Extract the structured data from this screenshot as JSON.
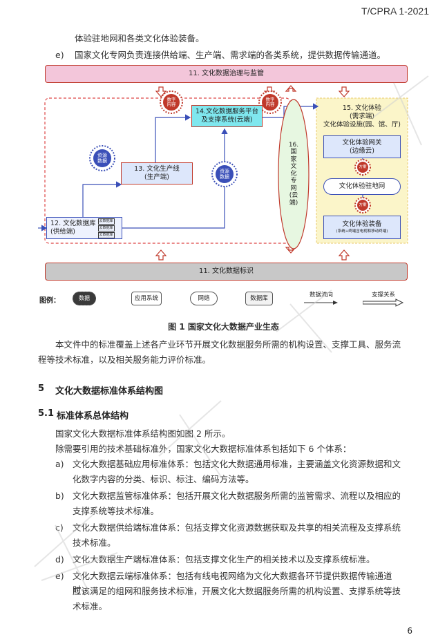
{
  "header": {
    "doc_code": "T/CPRA 1-2021"
  },
  "intro": {
    "line_cont": "体验驻地网和各类文化体验装备。",
    "item_e_marker": "e)",
    "item_e_text": "国家文化专网负责连接供给端、生产端、需求端的各类系统，提供数据传输通道。"
  },
  "figure": {
    "top_bar": "11. 文化数据治理与监管",
    "bottom_bar": "11. 文化数据标识",
    "node12": {
      "title": "12. 文化数据库",
      "sub": "(供给端)"
    },
    "node12_mini": [
      "云数据库",
      "云数据库",
      "云数据库"
    ],
    "node13": {
      "title": "13. 文化生产线",
      "sub": "(生产端)"
    },
    "node14": {
      "title": "14.文化数据服务平台",
      "sub": "及支撑系统(云端)"
    },
    "node16": [
      "16.",
      "国",
      "家",
      "文",
      "化",
      "专",
      "网",
      "(云",
      "端)"
    ],
    "node15": {
      "title": "15. 文化体验",
      "sub": "(需求端)",
      "facilities": "文化体验设施(园、馆、厅)"
    },
    "gateway": {
      "title": "文化体验网关",
      "sub": "(边缘云)"
    },
    "station": "文化体验驻地网",
    "equip": {
      "title": "文化体验装备",
      "sub": "(系统+终端含电视和移动终端)"
    },
    "badges": {
      "digital1": [
        "数字",
        "内容"
      ],
      "digital2": [
        "数字",
        "内容"
      ],
      "resource1": [
        "资源",
        "数据"
      ],
      "resource2": [
        "资源",
        "数据"
      ],
      "plan1": "方案",
      "plan2": "方案"
    },
    "legend": {
      "label": "图例：",
      "data": "数据",
      "app": "应用系统",
      "network": "网络",
      "database": "数据库",
      "flow": "数据流向",
      "support": "支撑关系"
    }
  },
  "caption": "图 1  国家文化大数据产业生态",
  "body_para": {
    "line1": "本文件中的标准覆盖上述各产业环节开展文化数据服务所需的机构设置、支撑工具、服务流",
    "line2": "程等技术标准，以及相关服务能力评价标准。"
  },
  "section5": {
    "num": "5",
    "title": "文化大数据标准体系结构图"
  },
  "section51": {
    "num": "5.1",
    "title": "标准体系总体结构"
  },
  "p1": "国家文化大数据标准体系结构图如图 2 所示。",
  "p2": "除需要引用的技术基础标准外，国家文化大数据标准体系包括如下 6 个体系：",
  "list": [
    {
      "m": "a)",
      "l1": "文化大数据基础应用标准体系：包括文化大数据通用标准，主要涵盖文化资源数据和文",
      "l2": "化数字内容的分类、标识、标注、编码方法等。"
    },
    {
      "m": "b)",
      "l1": "文化大数据监管标准体系：包括开展文化大数据服务所需的监管需求、流程以及相应的",
      "l2": "支撑系统等技术标准。"
    },
    {
      "m": "c)",
      "l1": "文化大数据供给端标准体系：包括支撑文化资源数据获取及共享的相关流程及支撑系统",
      "l2": "技术标准。"
    },
    {
      "m": "d)",
      "l1": "文化大数据生产端标准体系：包括支撑文化生产的相关技术以及支撑系统标准。",
      "l2": ""
    },
    {
      "m": "e)",
      "l1": "文化大数据云端标准体系：包括有线电视网络为文化大数据各环节提供数据传输通道时，",
      "l2": "应该满足的组网和服务技术标准，开展文化大数据服务所需的机构设置、支撑系统等技",
      "l3": "术标准。"
    }
  ],
  "page_number": "6",
  "colors": {
    "pink": "#f3c6da",
    "gray": "#c8c8c8",
    "blue": "#3a4fb8",
    "red": "#c0392b",
    "yellow": "#fbf5c9",
    "cyan": "#7fe7ee"
  }
}
